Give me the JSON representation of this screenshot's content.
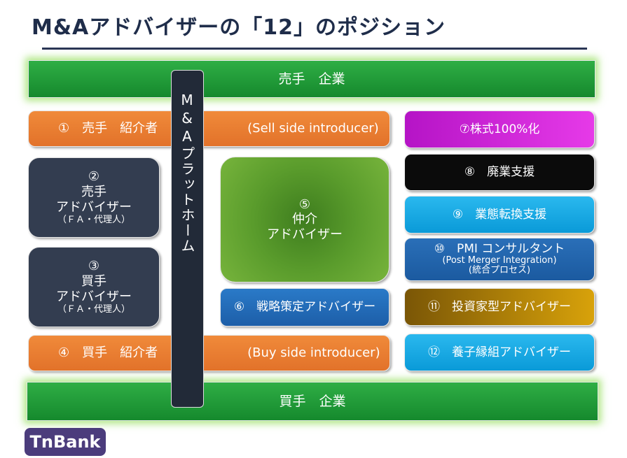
{
  "title": "M&Aアドバイザーの「12」のポジション",
  "seller_company": "売手　企業",
  "buyer_company": "買手　企業",
  "platform": "M&Aプラットホーム",
  "p1": {
    "label": "①　売手　紹介者",
    "en": "(Sell side introducer)"
  },
  "p2": {
    "num": "②",
    "l1": "売手",
    "l2": "アドバイザー",
    "l3": "（ＦＡ・代理人）"
  },
  "p3": {
    "num": "③",
    "l1": "買手",
    "l2": "アドバイザー",
    "l3": "（ＦＡ・代理人）"
  },
  "p4": {
    "label": "④　買手　紹介者",
    "en": "(Buy side introducer)"
  },
  "p5": {
    "num": "⑤",
    "l1": "仲介",
    "l2": "アドバイザー"
  },
  "p6": "⑥　戦略策定アドバイザー",
  "p7": "⑦株式100%化",
  "p8": "⑧　廃業支援",
  "p9": "⑨　業態転換支援",
  "p10": {
    "l1": "⑩　PMI コンサルタント",
    "l2": "(Post Merger Integration)",
    "l3": "(統合プロセス)"
  },
  "p11": "⑪　投資家型アドバイザー",
  "p12": "⑫　養子縁組アドバイザー",
  "logo": "TnBank"
}
